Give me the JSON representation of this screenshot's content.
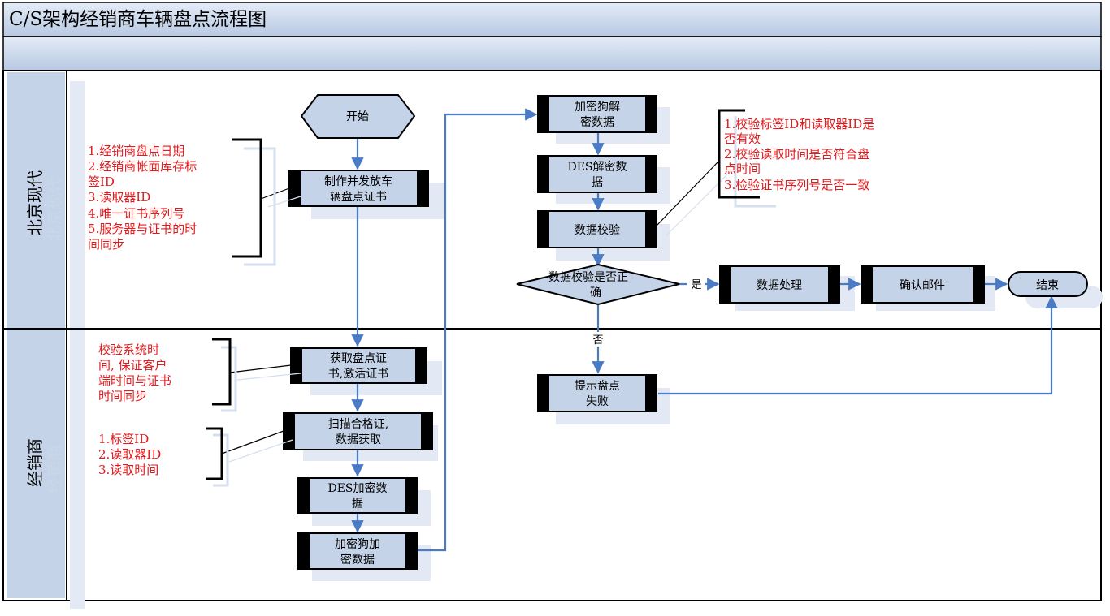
{
  "title": "C/S架构经销商车辆盘点流程图",
  "lanes": [
    {
      "name": "北京现代"
    },
    {
      "name": "经销商"
    }
  ],
  "nodes": {
    "start": {
      "lines": [
        "开始"
      ]
    },
    "make_cert": {
      "lines": [
        "制作并发放车",
        "辆盘点证书"
      ]
    },
    "dongle_decrypt": {
      "lines": [
        "加密狗解",
        "密数据"
      ]
    },
    "des_decrypt": {
      "lines": [
        "DES解密数",
        "据"
      ]
    },
    "verify": {
      "lines": [
        "数据校验"
      ]
    },
    "decision": {
      "lines": [
        "数据校验是否正",
        "确"
      ]
    },
    "process": {
      "lines": [
        "数据处理"
      ]
    },
    "email": {
      "lines": [
        "确认邮件"
      ]
    },
    "end": {
      "lines": [
        "结束"
      ]
    },
    "get_cert": {
      "lines": [
        "获取盘点证",
        "书,激活证书"
      ]
    },
    "scan": {
      "lines": [
        "扫描合格证,",
        "数据获取"
      ]
    },
    "des_encrypt": {
      "lines": [
        "DES加密数",
        "据"
      ]
    },
    "dongle_encrypt": {
      "lines": [
        "加密狗加",
        "密数据"
      ]
    },
    "fail": {
      "lines": [
        "提示盘点",
        "失败"
      ]
    }
  },
  "edge_labels": {
    "yes": "是",
    "no": "否"
  },
  "notes": {
    "cert_contents": [
      "1.经销商盘点日期",
      "2.经销商帐面库存标",
      "签ID",
      "3.读取器ID",
      "4.唯一证书序列号",
      "5.服务器与证书的时",
      "间同步"
    ],
    "verify_items": [
      "1.校验标签ID和读取器ID是",
      "否有效",
      "2.校验读取时间是否符合盘",
      "点时间",
      "3.检验证书序列号是否一致"
    ],
    "sys_time": [
      "校验系统时",
      "间, 保证客户",
      "端时间与证书",
      "时间同步"
    ],
    "scan_items": [
      "1.标签ID",
      "2.读取器ID",
      "3.读取时间"
    ]
  },
  "colors": {
    "header_fill": "#c9d6ea",
    "box_fill": "#c5d3e8",
    "lane_fill": "#c5d3e8",
    "arrow": "#4a7bc4",
    "note": "#e3191b"
  }
}
